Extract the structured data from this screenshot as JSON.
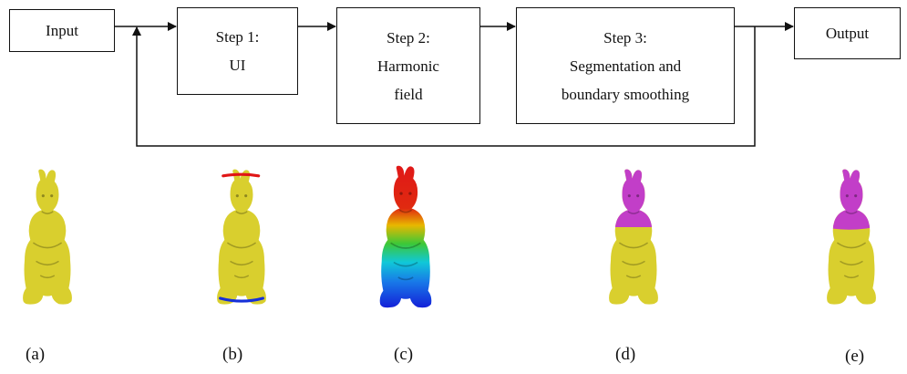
{
  "flow": {
    "input": "Input",
    "step1": [
      "Step 1:",
      "UI"
    ],
    "step2": [
      "Step 2:",
      "Harmonic",
      "field"
    ],
    "step3": [
      "Step 3:",
      "Segmentation and",
      "boundary smoothing"
    ],
    "output": "Output"
  },
  "captions": [
    "(a)",
    "(b)",
    "(c)",
    "(d)",
    "(e)"
  ],
  "colors": {
    "mesh_yellow": "#d9cf2e",
    "segment_magenta": "#c23ec8",
    "ui_stroke_red": "#e01616",
    "ui_stroke_blue": "#1630d8",
    "field_red": "#e01818",
    "field_blue": "#1420d8"
  }
}
